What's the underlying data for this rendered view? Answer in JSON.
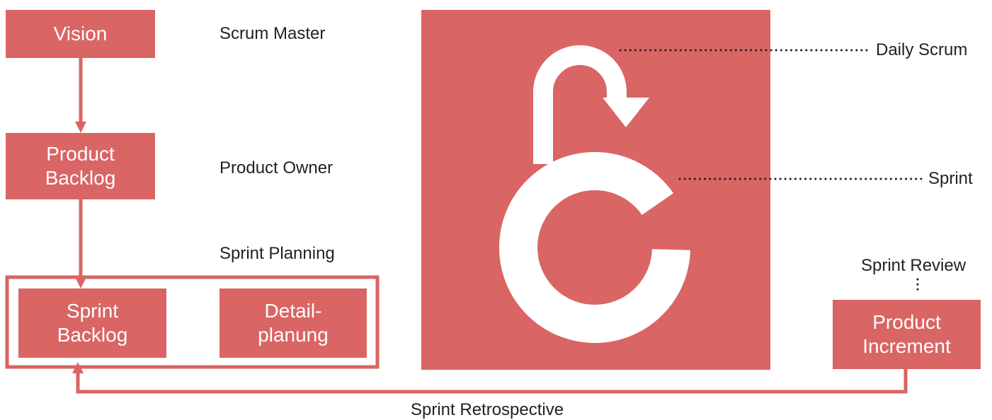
{
  "colors": {
    "accent": "#d96564",
    "text": "#222222",
    "background": "#ffffff"
  },
  "nodes": {
    "vision": "Vision",
    "product_backlog": "Product\nBacklog",
    "sprint_backlog": "Sprint\nBacklog",
    "detailplanung": "Detail-\nplanung",
    "product_increment": "Product\nIncrement"
  },
  "labels": {
    "scrum_master": "Scrum Master",
    "product_owner": "Product Owner",
    "sprint_planning": "Sprint Planning",
    "daily_scrum": "Daily Scrum",
    "sprint": "Sprint",
    "sprint_review": "Sprint Review",
    "sprint_retrospective": "Sprint Retrospective"
  },
  "icons": {
    "sprint_cycle": "sprint-cycle-icon"
  }
}
